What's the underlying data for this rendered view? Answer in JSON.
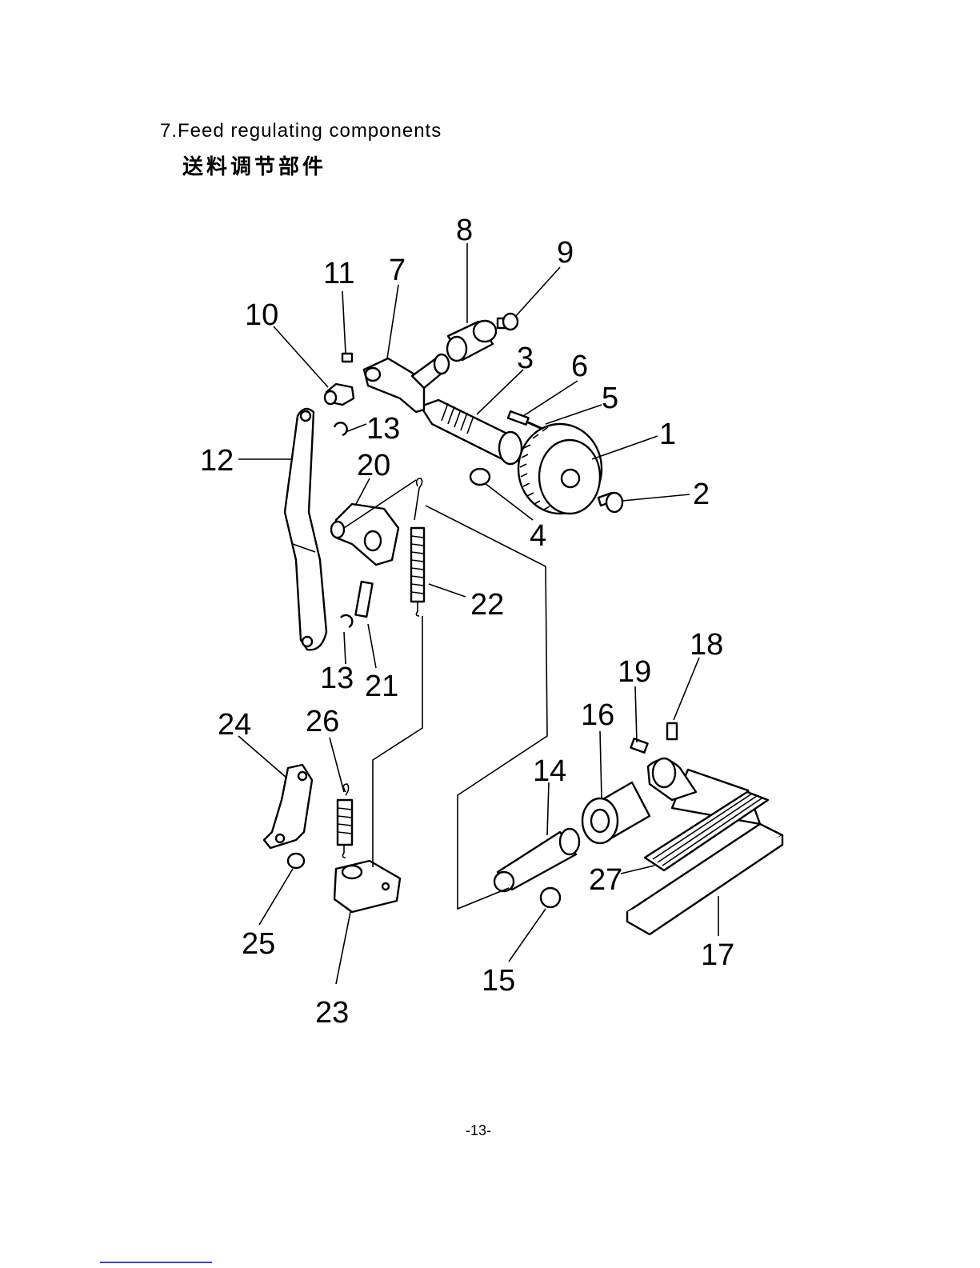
{
  "header": {
    "title_en": "7.Feed regulating components",
    "title_zh": "送料调节部件"
  },
  "footer": {
    "page_number": "-13-"
  },
  "callouts": {
    "n1": "1",
    "n2": "2",
    "n3": "3",
    "n4": "4",
    "n5": "5",
    "n6": "6",
    "n7": "7",
    "n8": "8",
    "n9": "9",
    "n10": "10",
    "n11": "11",
    "n12": "12",
    "n13a": "13",
    "n13b": "13",
    "n14": "14",
    "n15": "15",
    "n16": "16",
    "n17": "17",
    "n18": "18",
    "n19": "19",
    "n20": "20",
    "n21": "21",
    "n22": "22",
    "n23": "23",
    "n24": "24",
    "n25": "25",
    "n26": "26",
    "n27": "27"
  }
}
